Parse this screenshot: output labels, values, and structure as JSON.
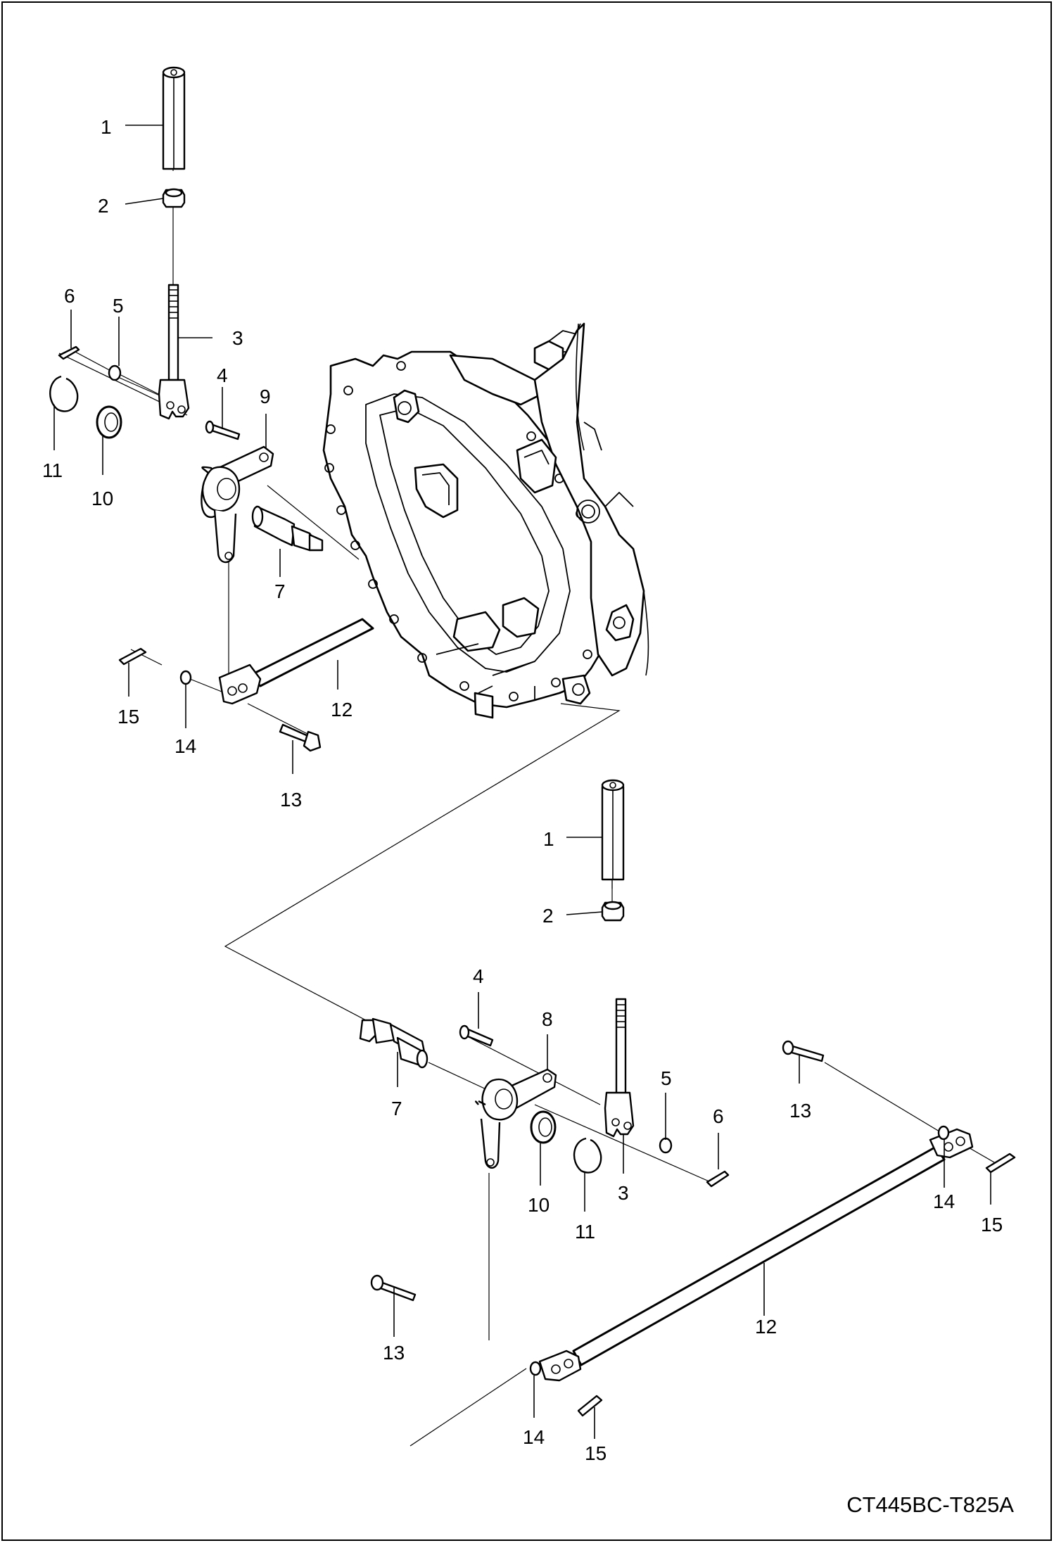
{
  "drawing_code": "CT445BC-T825A",
  "callouts": {
    "top": [
      "1",
      "2",
      "3",
      "4",
      "5",
      "6",
      "7",
      "9",
      "10",
      "11",
      "12",
      "13",
      "14",
      "15"
    ],
    "bottom": [
      "1",
      "2",
      "3",
      "4",
      "5",
      "6",
      "7",
      "8",
      "10",
      "11",
      "12",
      "13",
      "13",
      "14",
      "14",
      "15",
      "15"
    ]
  }
}
